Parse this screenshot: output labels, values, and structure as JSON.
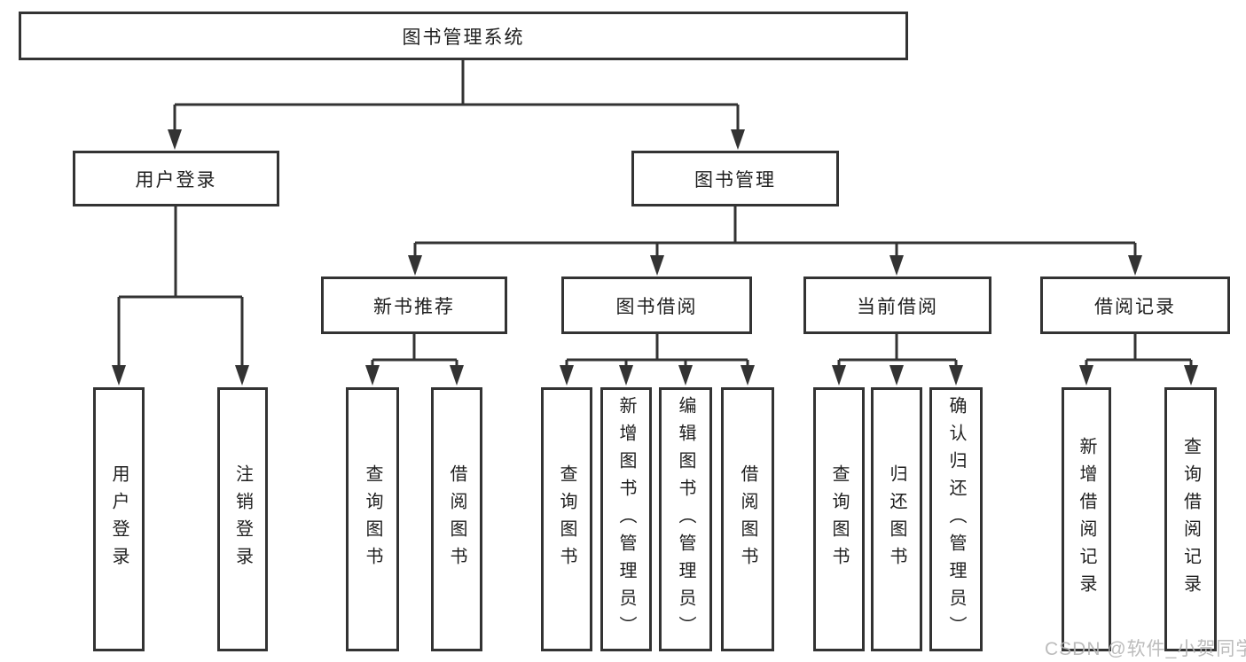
{
  "diagram": {
    "type": "hierarchy-tree",
    "title": "图书管理系统"
  },
  "colors": {
    "line": "#333333",
    "text": "#1f1f1f",
    "background": "#ffffff",
    "watermark": "#b5b5b5"
  },
  "tree": {
    "root": {
      "label": "图书管理系统",
      "children": [
        {
          "label": "用户登录",
          "children": [
            {
              "label": "用户登录"
            },
            {
              "label": "注销登录"
            }
          ]
        },
        {
          "label": "图书管理",
          "children": [
            {
              "label": "新书推荐",
              "children": [
                {
                  "label": "查询图书"
                },
                {
                  "label": "借阅图书"
                }
              ]
            },
            {
              "label": "图书借阅",
              "children": [
                {
                  "label": "查询图书"
                },
                {
                  "label": "新增图书（管理员）"
                },
                {
                  "label": "编辑图书（管理员）"
                },
                {
                  "label": "借阅图书"
                }
              ]
            },
            {
              "label": "当前借阅",
              "children": [
                {
                  "label": "查询图书"
                },
                {
                  "label": "归还图书"
                },
                {
                  "label": "确认归还（管理员）"
                }
              ]
            },
            {
              "label": "借阅记录",
              "children": [
                {
                  "label": "新增借阅记录"
                },
                {
                  "label": "查询借阅记录"
                }
              ]
            }
          ]
        }
      ]
    }
  },
  "watermark": {
    "text": "CSDN @软件_小贺同学"
  }
}
